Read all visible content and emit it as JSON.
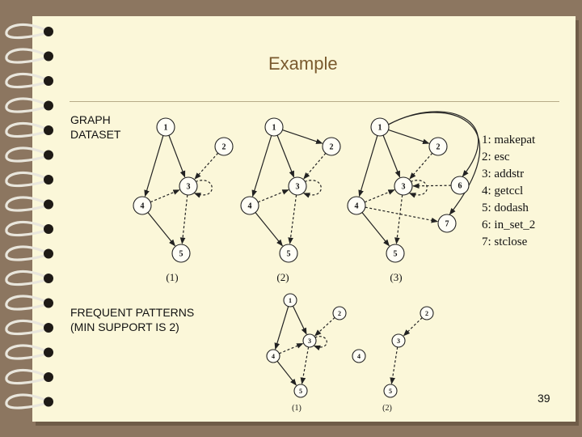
{
  "slide": {
    "title": "Example",
    "graph_dataset_label": [
      "GRAPH",
      "DATASET"
    ],
    "frequent_patterns_label": [
      "FREQUENT PATTERNS",
      "(MIN SUPPORT IS 2)"
    ],
    "page_number": "39"
  },
  "legend": [
    "1: makepat",
    "2: esc",
    "3: addstr",
    "4: getccl",
    "5: dodash",
    "6: in_set_2",
    "7: stclose"
  ],
  "dataset_graphs": [
    {
      "caption": "(1)",
      "nodes": [
        {
          "id": "1",
          "label": "1"
        },
        {
          "id": "2",
          "label": "2"
        },
        {
          "id": "3",
          "label": "3"
        },
        {
          "id": "4",
          "label": "4"
        },
        {
          "id": "5",
          "label": "5"
        }
      ],
      "edges": [
        {
          "from": "1",
          "to": "3",
          "style": "solid"
        },
        {
          "from": "1",
          "to": "4",
          "style": "solid"
        },
        {
          "from": "2",
          "to": "3",
          "style": "dashed"
        },
        {
          "from": "4",
          "to": "3",
          "style": "dashed"
        },
        {
          "from": "4",
          "to": "5",
          "style": "solid"
        },
        {
          "from": "3",
          "to": "5",
          "style": "dashed"
        },
        {
          "from": "3",
          "to": "3",
          "style": "dashed"
        }
      ]
    },
    {
      "caption": "(2)",
      "nodes": [
        {
          "id": "1",
          "label": "1"
        },
        {
          "id": "2",
          "label": "2"
        },
        {
          "id": "3",
          "label": "3"
        },
        {
          "id": "4",
          "label": "4"
        },
        {
          "id": "5",
          "label": "5"
        }
      ],
      "edges": [
        {
          "from": "1",
          "to": "3",
          "style": "solid"
        },
        {
          "from": "1",
          "to": "4",
          "style": "solid"
        },
        {
          "from": "1",
          "to": "2",
          "style": "solid"
        },
        {
          "from": "2",
          "to": "3",
          "style": "dashed"
        },
        {
          "from": "4",
          "to": "3",
          "style": "dashed"
        },
        {
          "from": "4",
          "to": "5",
          "style": "solid"
        },
        {
          "from": "3",
          "to": "5",
          "style": "dashed"
        },
        {
          "from": "3",
          "to": "3",
          "style": "dashed"
        }
      ]
    },
    {
      "caption": "(3)",
      "nodes": [
        {
          "id": "1",
          "label": "1"
        },
        {
          "id": "2",
          "label": "2"
        },
        {
          "id": "3",
          "label": "3"
        },
        {
          "id": "4",
          "label": "4"
        },
        {
          "id": "5",
          "label": "5"
        },
        {
          "id": "6",
          "label": "6"
        },
        {
          "id": "7",
          "label": "7"
        }
      ],
      "edges": [
        {
          "from": "1",
          "to": "3",
          "style": "solid"
        },
        {
          "from": "1",
          "to": "4",
          "style": "solid"
        },
        {
          "from": "1",
          "to": "2",
          "style": "solid"
        },
        {
          "from": "1",
          "to": "6",
          "style": "solid"
        },
        {
          "from": "1",
          "to": "7",
          "style": "solid"
        },
        {
          "from": "2",
          "to": "3",
          "style": "dashed"
        },
        {
          "from": "4",
          "to": "3",
          "style": "dashed"
        },
        {
          "from": "4",
          "to": "5",
          "style": "solid"
        },
        {
          "from": "3",
          "to": "5",
          "style": "dashed"
        },
        {
          "from": "3",
          "to": "3",
          "style": "dashed"
        },
        {
          "from": "6",
          "to": "3",
          "style": "dashed"
        },
        {
          "from": "4",
          "to": "7",
          "style": "dashed"
        }
      ]
    }
  ],
  "pattern_graphs": [
    {
      "caption": "(1)",
      "nodes": [
        {
          "id": "1",
          "label": "1"
        },
        {
          "id": "2",
          "label": "2"
        },
        {
          "id": "3",
          "label": "3"
        },
        {
          "id": "4",
          "label": "4"
        },
        {
          "id": "5",
          "label": "5"
        }
      ],
      "edges": [
        {
          "from": "1",
          "to": "3",
          "style": "solid"
        },
        {
          "from": "1",
          "to": "4",
          "style": "solid"
        },
        {
          "from": "2",
          "to": "3",
          "style": "dashed"
        },
        {
          "from": "4",
          "to": "3",
          "style": "dashed"
        },
        {
          "from": "4",
          "to": "5",
          "style": "solid"
        },
        {
          "from": "3",
          "to": "5",
          "style": "dashed"
        },
        {
          "from": "3",
          "to": "3",
          "style": "dashed"
        }
      ]
    },
    {
      "caption": "(2)",
      "nodes": [
        {
          "id": "2",
          "label": "2"
        },
        {
          "id": "3",
          "label": "3"
        },
        {
          "id": "4",
          "label": "4"
        },
        {
          "id": "5",
          "label": "5"
        }
      ],
      "edges": [
        {
          "from": "2",
          "to": "3",
          "style": "dashed"
        },
        {
          "from": "3",
          "to": "5",
          "style": "dashed"
        }
      ]
    }
  ]
}
